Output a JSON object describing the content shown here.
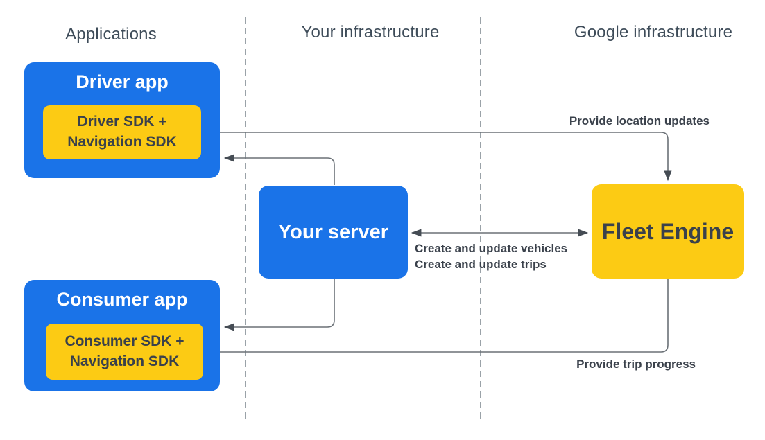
{
  "diagram": {
    "columns": [
      {
        "label": "Applications"
      },
      {
        "label": "Your infrastructure"
      },
      {
        "label": "Google infrastructure"
      }
    ],
    "nodes": {
      "driver_app": {
        "title": "Driver app",
        "sdk_line1": "Driver SDK +",
        "sdk_line2": "Navigation SDK"
      },
      "consumer_app": {
        "title": "Consumer app",
        "sdk_line1": "Consumer SDK +",
        "sdk_line2": "Navigation SDK"
      },
      "your_server": {
        "title": "Your server"
      },
      "fleet_engine": {
        "title": "Fleet Engine"
      }
    },
    "arrows": {
      "provide_location_updates": {
        "label": "Provide location updates"
      },
      "create_update": {
        "line1": "Create and update vehicles",
        "line2": "Create and update trips"
      },
      "provide_trip_progress": {
        "label": "Provide trip progress"
      }
    },
    "colors": {
      "blue": "#1A73E8",
      "yellow": "#FCCB14",
      "heading_text": "#3E4C59",
      "dark_text": "#3A414B",
      "line": "#6B7177",
      "arrowhead": "#454C54",
      "dashed_line": "#9AA2A8",
      "white_text": "#FFFFFF"
    }
  }
}
